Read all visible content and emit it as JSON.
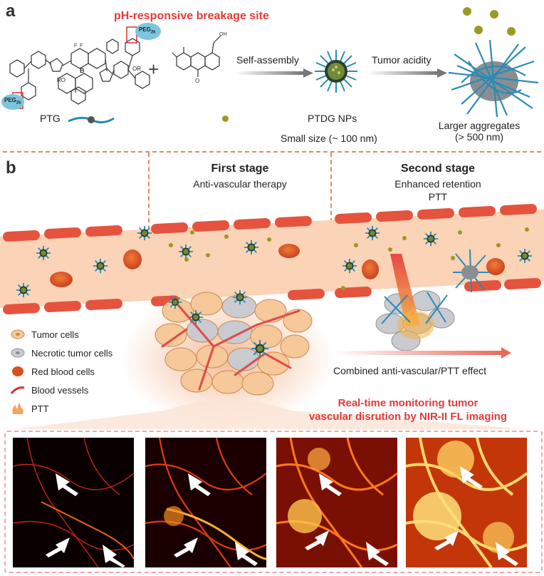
{
  "panel_a": {
    "label": "a",
    "title": "pH-responsive breakage site",
    "peg_top": "PEG",
    "peg_top_sub": "2k",
    "peg_bottom": "PEG",
    "peg_bottom_sub": "2k",
    "ro_top": "OR",
    "ro_bottom": "RO",
    "plus": "+",
    "step1": "Self-assembly",
    "step2": "Tumor acidity",
    "ptg_label": "PTG",
    "nps_label": "PTDG NPs",
    "small_size": "Small size (~ 100 nm)",
    "larger_line1": "Larger aggregates",
    "larger_line2": "(> 500 nm)"
  },
  "panel_b": {
    "label": "b",
    "stage1_title": "First stage",
    "stage1_sub": "Anti-vascular therapy",
    "stage2_title": "Second stage",
    "stage2_sub1": "Enhanced retention",
    "stage2_sub2": "PTT",
    "combined": "Combined anti-vascular/PTT effect",
    "monitor_line1": "Real-time monitoring tumor",
    "monitor_line2": "vascular disrution by NIR-II FL imaging"
  },
  "legend": [
    {
      "label": "Tumor cells",
      "icon": "tumor-cell-icon"
    },
    {
      "label": "Necrotic tumor cells",
      "icon": "necrotic-cell-icon"
    },
    {
      "label": "Red blood cells",
      "icon": "red-blood-cell-icon"
    },
    {
      "label": "Blood vessels",
      "icon": "blood-vessel-icon"
    },
    {
      "label": "PTT",
      "icon": "flame-icon"
    }
  ],
  "colors": {
    "accent_red": "#e23b3b",
    "vessel": "#fbd3b6",
    "rbc": "#e2572a",
    "nanoparticle": "#2a8bb5",
    "dashed": "#e08a5a"
  }
}
